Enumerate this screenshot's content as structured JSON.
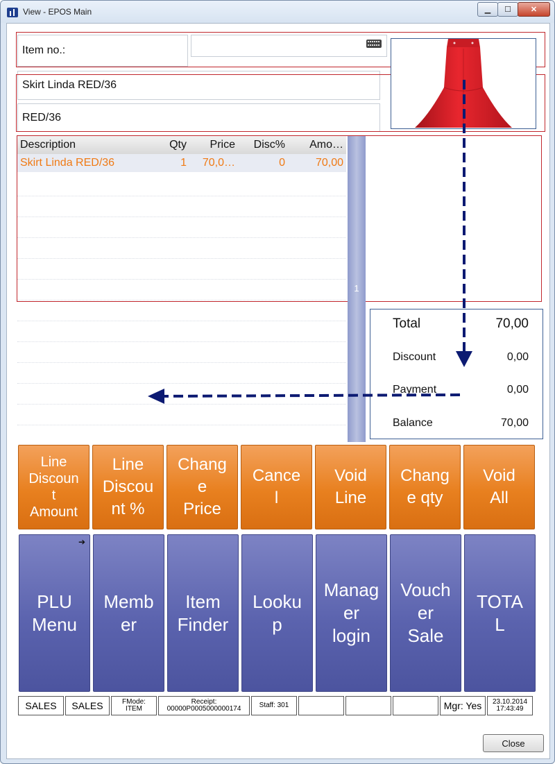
{
  "window": {
    "title": "View - EPOS Main",
    "minimize": "▁",
    "maximize": "☐",
    "close": "✕"
  },
  "item": {
    "label": "Item no.:",
    "value": "",
    "description": "Skirt Linda RED/36",
    "variant": "RED/36"
  },
  "grid": {
    "headers": {
      "description": "Description",
      "qty": "Qty",
      "price": "Price",
      "disc": "Disc%",
      "amount": "Amo…"
    },
    "rows": [
      {
        "description": "Skirt Linda RED/36",
        "qty": "1",
        "price": "70,0…",
        "disc": "0",
        "amount": "70,00"
      }
    ],
    "scroll_page": "1"
  },
  "totals": {
    "total_label": "Total",
    "total_value": "70,00",
    "discount_label": "Discount",
    "discount_value": "0,00",
    "payment_label": "Payment",
    "payment_value": "0,00",
    "balance_label": "Balance",
    "balance_value": "70,00"
  },
  "orange_buttons": [
    "Line\nDiscoun\nt\nAmount",
    "Line\nDiscou\nnt %",
    "Chang\ne\nPrice",
    "Cance\nl",
    "Void\nLine",
    "Chang\ne qty",
    "Void\nAll"
  ],
  "blue_buttons": [
    "PLU\nMenu",
    "Memb\ner",
    "Item\nFinder",
    "Looku\np",
    "Manag\ner\nlogin",
    "Vouch\ner\nSale",
    "TOTA\nL"
  ],
  "plu_arrow": "➔",
  "status": {
    "c1": "SALES",
    "c2": "SALES",
    "fmode_label": "FMode:",
    "fmode_value": "ITEM",
    "receipt_label": "Receipt:",
    "receipt_value": "00000P0005000000174",
    "staff": "Staff: 301",
    "mgr": "Mgr: Yes",
    "date": "23.10.2014",
    "time": "17:43:49"
  },
  "footer": {
    "close_label": "Close"
  },
  "colors": {
    "accent_orange": "#e8801f",
    "button_blue": "#5b63ae",
    "highlight_red": "#c0262c",
    "highlight_blue": "#3d5f93",
    "arrow_navy": "#0c1a72"
  }
}
